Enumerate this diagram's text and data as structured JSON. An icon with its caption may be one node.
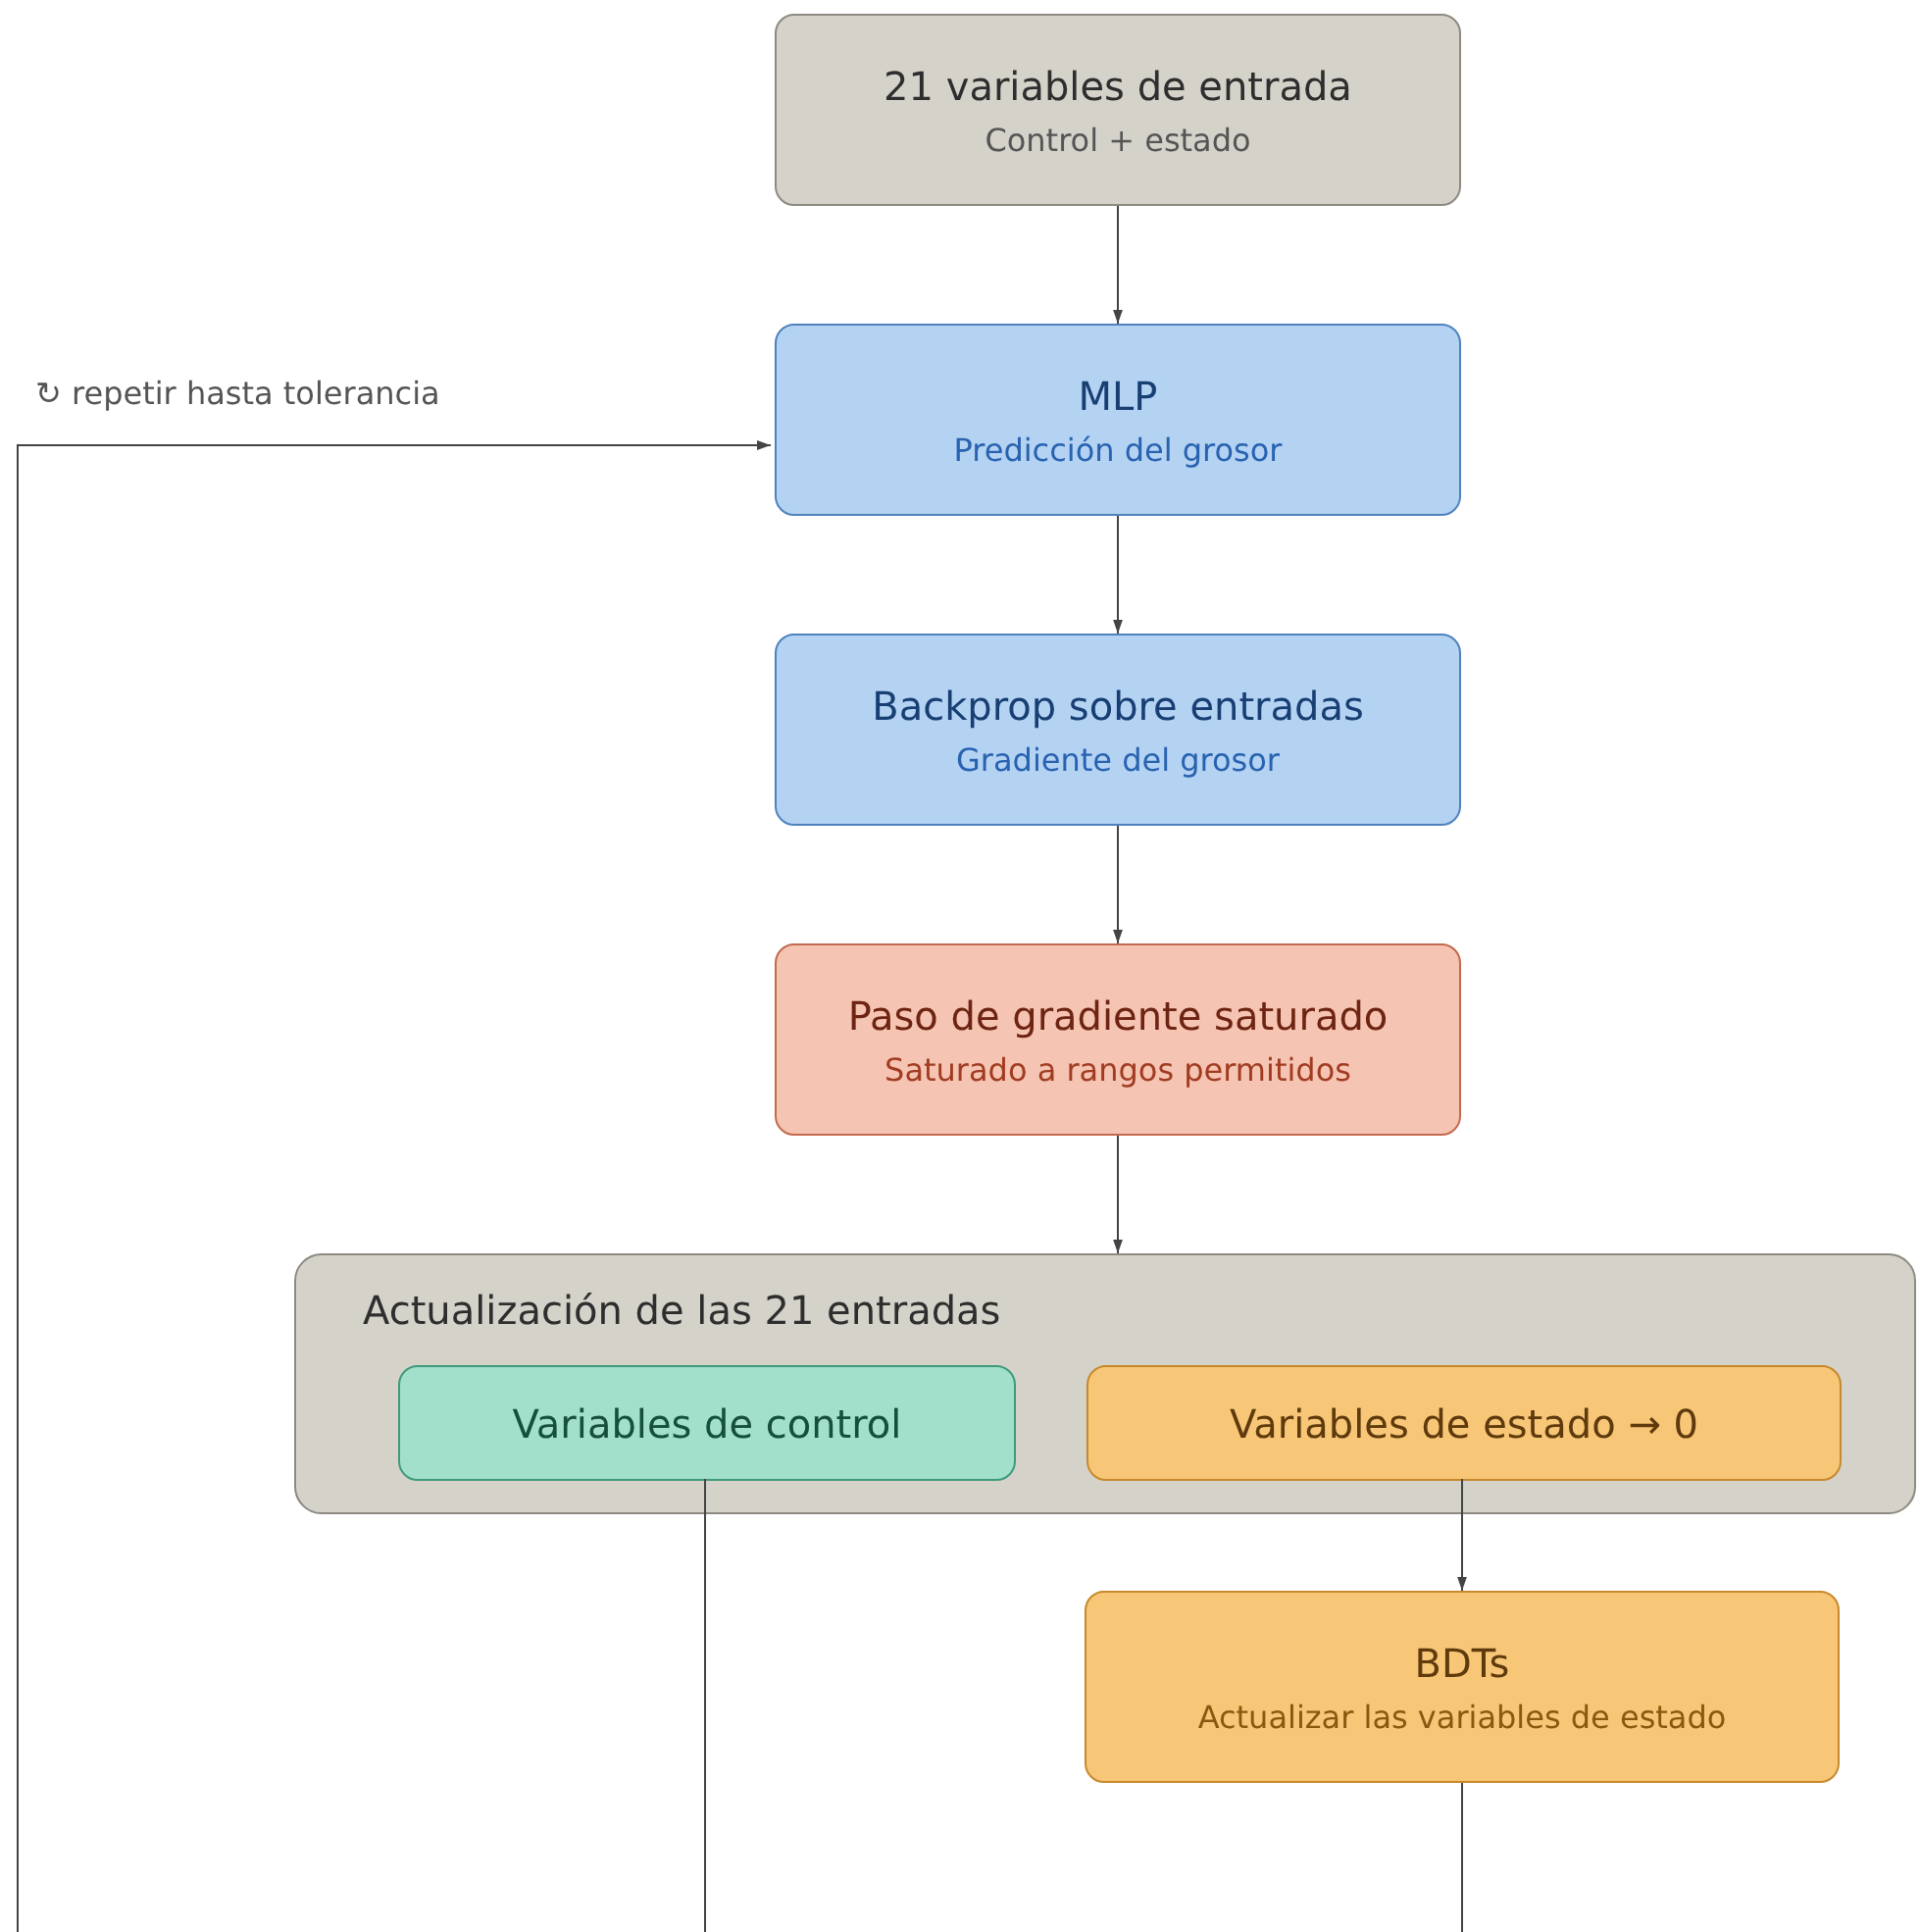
{
  "diagram": {
    "nodes": [
      {
        "text": [
          "21 variables de entrada",
          "Control + estado"
        ]
      },
      {
        "text": [
          "MLP",
          "Predicción del grosor"
        ]
      },
      {
        "text": [
          "Backprop sobre entradas",
          "Gradiente del grosor"
        ]
      },
      {
        "text": [
          "Paso de gradiente saturado",
          "Saturado a rangos permitidos"
        ]
      },
      {
        "text": [
          "Actualización de las 21 entradas"
        ]
      },
      {
        "text": [
          "Variables de control"
        ],
        "in": 4
      },
      {
        "text": [
          "Variables de estado → 0"
        ],
        "in": 4
      },
      {
        "text": [
          "BDTs",
          "Actualizar las variables de estado"
        ]
      }
    ],
    "edges": [
      {
        "from": 0,
        "to": 1,
        "arrow": "to"
      },
      {
        "from": 1,
        "to": 2,
        "arrow": "to"
      },
      {
        "from": 2,
        "to": 3,
        "arrow": "to"
      },
      {
        "from": 3,
        "to": 4,
        "arrow": "to"
      },
      {
        "from": 6,
        "to": 7,
        "arrow": "to"
      },
      {
        "from": 5,
        "to": null,
        "arrow": "none"
      },
      {
        "from": 7,
        "to": null,
        "arrow": "none"
      },
      {
        "from": null,
        "to": 1,
        "arrow": "to",
        "label": "↻ repetir hasta tolerancia"
      }
    ]
  }
}
